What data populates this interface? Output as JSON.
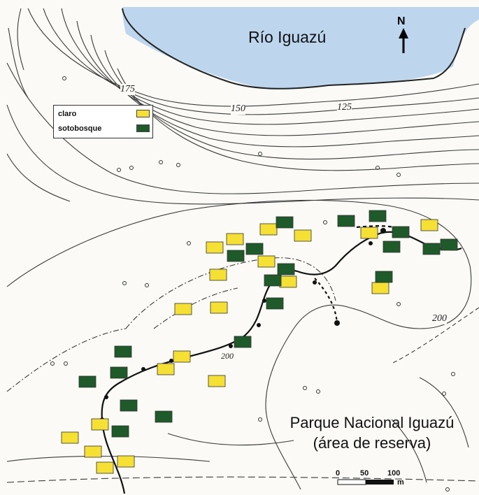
{
  "title": "",
  "river_label": "Río Iguazú",
  "park_label": {
    "line1": "Parque Nacional Iguazú",
    "line2": "(área de reserva)"
  },
  "north_label": "N",
  "legend": {
    "items": [
      {
        "label": "claro",
        "color": "#f5e033"
      },
      {
        "label": "sotobosque",
        "color": "#1e5a2a"
      }
    ]
  },
  "contour_labels": [
    "175",
    "150",
    "125",
    "200",
    "200"
  ],
  "scale_bar": {
    "labels": [
      "0",
      "50",
      "100"
    ],
    "unit": "m"
  },
  "colors": {
    "water": "#bdd6ee",
    "contour": "#3a3a3a",
    "trail": "#111111",
    "claro": "#f5e033",
    "sotobosque": "#1e5a2a"
  },
  "plots": {
    "claro": [
      [
        384,
        328
      ],
      [
        433,
        337
      ],
      [
        528,
        333
      ],
      [
        614,
        322
      ],
      [
        336,
        342
      ],
      [
        307,
        354
      ],
      [
        381,
        374
      ],
      [
        312,
        393
      ],
      [
        412,
        403
      ],
      [
        544,
        412
      ],
      [
        313,
        440
      ],
      [
        262,
        442
      ],
      [
        260,
        510
      ],
      [
        237,
        528
      ],
      [
        310,
        545
      ],
      [
        143,
        607
      ],
      [
        100,
        626
      ],
      [
        133,
        646
      ],
      [
        180,
        660
      ],
      [
        150,
        669
      ]
    ],
    "sotobosque": [
      [
        407,
        318
      ],
      [
        495,
        316
      ],
      [
        540,
        309
      ],
      [
        573,
        332
      ],
      [
        560,
        353
      ],
      [
        617,
        356
      ],
      [
        642,
        350
      ],
      [
        364,
        356
      ],
      [
        337,
        366
      ],
      [
        409,
        385
      ],
      [
        390,
        401
      ],
      [
        549,
        396
      ],
      [
        393,
        434
      ],
      [
        347,
        489
      ],
      [
        176,
        503
      ],
      [
        170,
        533
      ],
      [
        125,
        546
      ],
      [
        184,
        580
      ],
      [
        234,
        596
      ],
      [
        172,
        617
      ]
    ]
  }
}
